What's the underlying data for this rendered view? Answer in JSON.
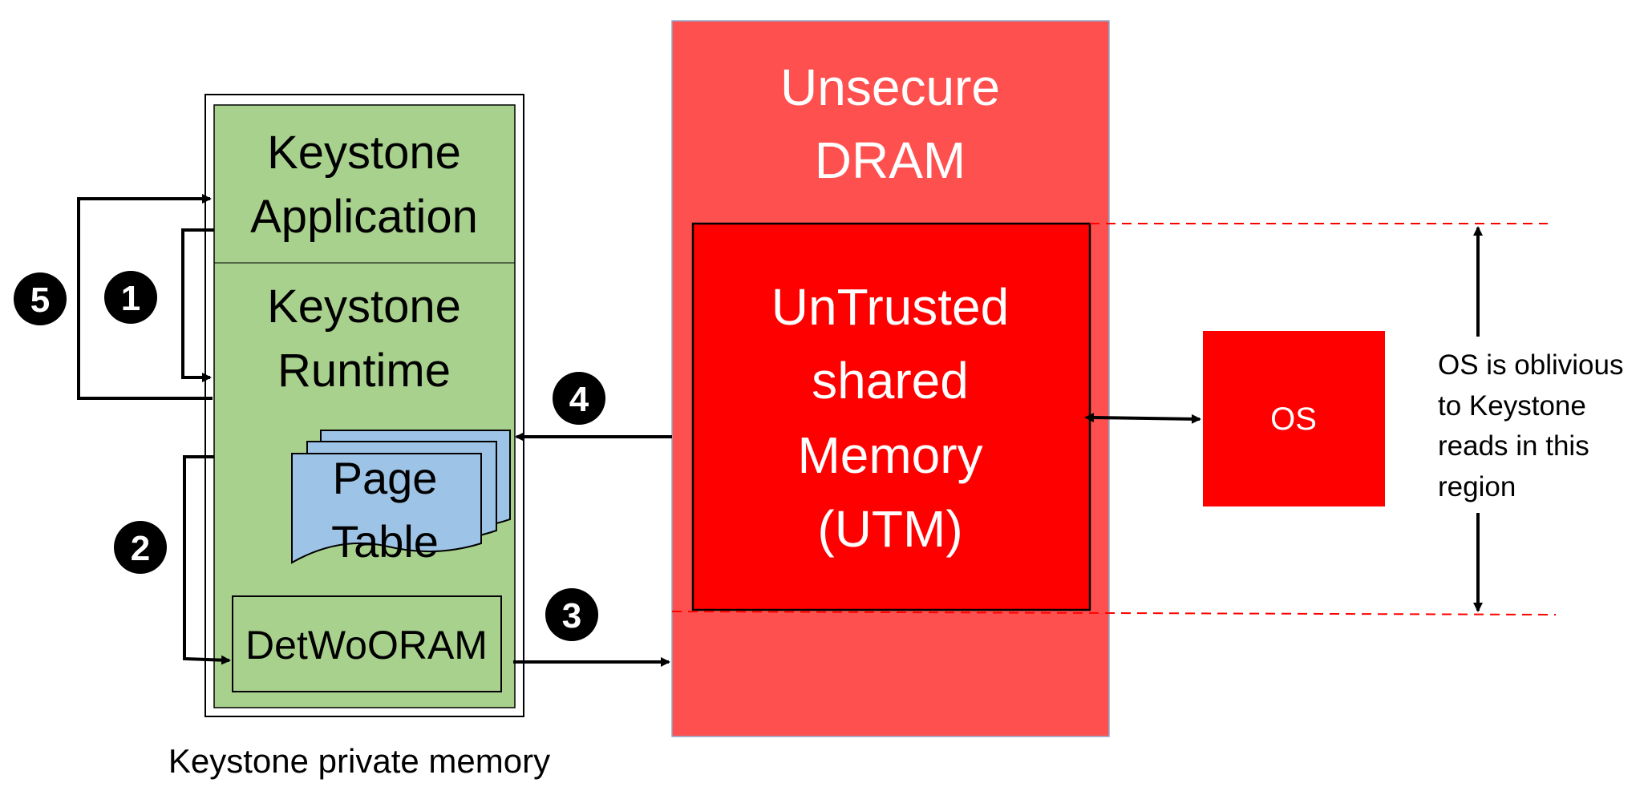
{
  "keystone_private_memory": {
    "caption": "Keystone private memory",
    "application_line1": "Keystone",
    "application_line2": "Application",
    "runtime_line1": "Keystone",
    "runtime_line2": "Runtime",
    "page_table_line1": "Page",
    "page_table_line2": "Table",
    "detworam": "DetWoORAM"
  },
  "unsecure_dram": {
    "title_line1": "Unsecure",
    "title_line2": "DRAM",
    "utm_line1": "UnTrusted",
    "utm_line2": "shared",
    "utm_line3": "Memory",
    "utm_line4": "(UTM)"
  },
  "os": {
    "label": "OS"
  },
  "annotation": {
    "line1": "OS is oblivious",
    "line2": "to Keystone",
    "line3": "reads in this",
    "line4": "region"
  },
  "steps": {
    "s1": "1",
    "s2": "2",
    "s3": "3",
    "s4": "4",
    "s5": "5"
  },
  "colors": {
    "green": "#a9d18e",
    "blue": "#9dc3e6",
    "light_red": "#ff5050",
    "red": "#ff0000",
    "black": "#000000",
    "white": "#ffffff"
  }
}
